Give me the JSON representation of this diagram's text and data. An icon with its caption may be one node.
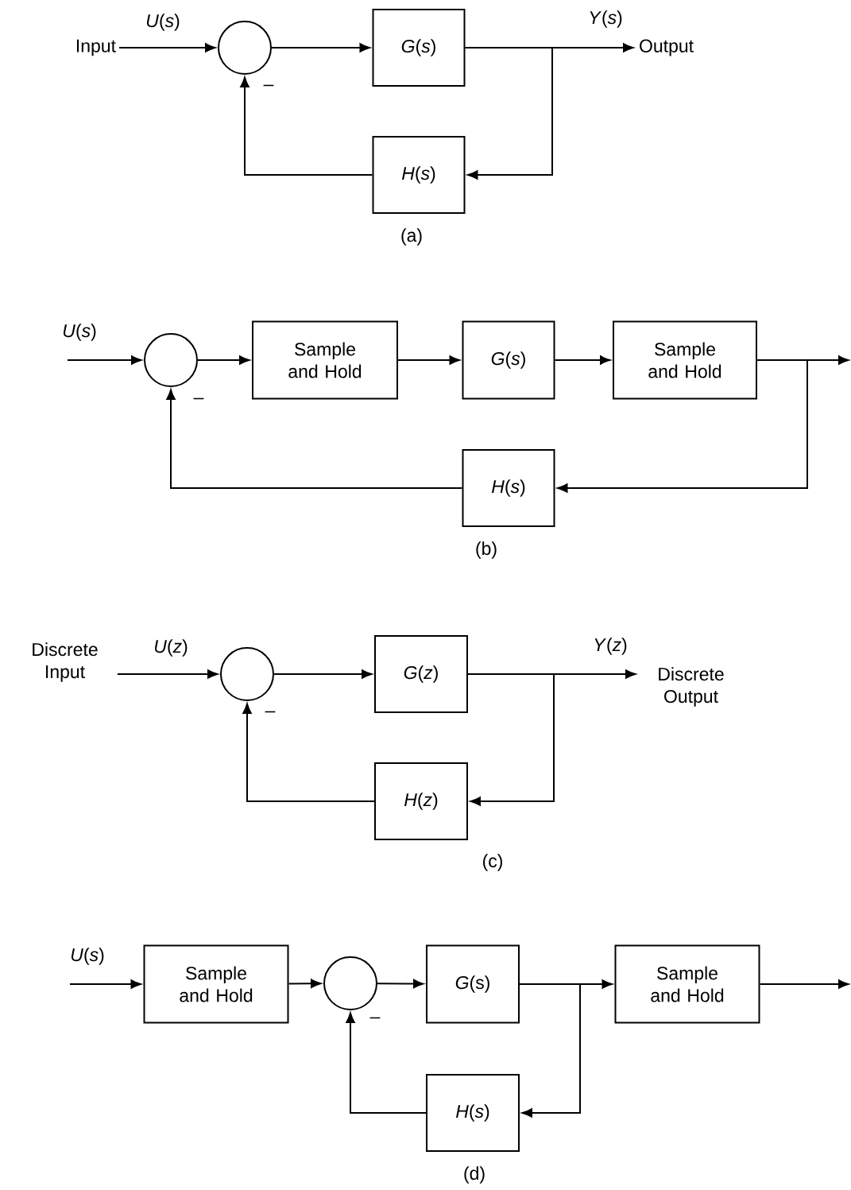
{
  "diagram": {
    "nodes": [
      {
        "text": [
          "Input"
        ]
      },
      {
        "text": [],
        "shape": "circle"
      },
      {
        "text": [
          "*G*(*s*)"
        ]
      },
      {
        "text": [
          "*H*(*s*)"
        ]
      },
      {
        "text": [
          "Output"
        ]
      },
      {
        "text": [],
        "shape": "circle"
      },
      {
        "text": [
          "Sample and Hold"
        ]
      },
      {
        "text": [
          "*G*(*s*)"
        ]
      },
      {
        "text": [
          "Sample and Hold"
        ]
      },
      {
        "text": [
          "*H*(*s*)"
        ]
      },
      {
        "text": [
          "Discrete Input"
        ]
      },
      {
        "text": [],
        "shape": "circle"
      },
      {
        "text": [
          "*G*(*z*)"
        ]
      },
      {
        "text": [
          "*H*(*z*)"
        ]
      },
      {
        "text": [
          "Discrete Output"
        ]
      },
      {
        "text": [
          "Sample and Hold"
        ]
      },
      {
        "text": [],
        "shape": "circle"
      },
      {
        "text": [
          "*G*(s)"
        ]
      },
      {
        "text": [
          "Sample and Hold"
        ]
      },
      {
        "text": [
          "*H*(*s*)"
        ]
      }
    ],
    "edges": [
      {
        "from": 0,
        "to": 1,
        "arrow": "to",
        "label": "*U*(*s*)"
      },
      {
        "from": 1,
        "to": 2,
        "arrow": "to"
      },
      {
        "from": 2,
        "to": 4,
        "arrow": "to",
        "label": "*Y*(*s*)"
      },
      {
        "from": 2,
        "to": 3,
        "arrow": "to"
      },
      {
        "from": 3,
        "to": 1,
        "arrow": "to",
        "label": "–"
      },
      {
        "from": null,
        "to": 5,
        "arrow": "to",
        "label": "*U*(*s*)"
      },
      {
        "from": 5,
        "to": 6,
        "arrow": "to"
      },
      {
        "from": 6,
        "to": 7,
        "arrow": "to"
      },
      {
        "from": 7,
        "to": 8,
        "arrow": "to"
      },
      {
        "from": 8,
        "to": null,
        "arrow": "to"
      },
      {
        "from": 8,
        "to": 9,
        "arrow": "to"
      },
      {
        "from": 9,
        "to": 5,
        "arrow": "to",
        "label": "–"
      },
      {
        "from": 10,
        "to": 11,
        "arrow": "to",
        "label": "*U*(*z*)"
      },
      {
        "from": 11,
        "to": 12,
        "arrow": "to"
      },
      {
        "from": 12,
        "to": 14,
        "arrow": "to",
        "label": "*Y*(*z*)"
      },
      {
        "from": 12,
        "to": 13,
        "arrow": "to"
      },
      {
        "from": 13,
        "to": 11,
        "arrow": "to",
        "label": "–"
      },
      {
        "from": null,
        "to": 15,
        "arrow": "to",
        "label": "*U*(*s*)"
      },
      {
        "from": 15,
        "to": 16,
        "arrow": "to"
      },
      {
        "from": 16,
        "to": 17,
        "arrow": "to"
      },
      {
        "from": 17,
        "to": 18,
        "arrow": "to"
      },
      {
        "from": 18,
        "to": null,
        "arrow": "to"
      },
      {
        "from": 17,
        "to": 19,
        "arrow": "to"
      },
      {
        "from": 19,
        "to": 16,
        "arrow": "to",
        "label": "–"
      }
    ],
    "labels": [
      "(a)",
      "(b)",
      "(c)",
      "(d)"
    ]
  }
}
